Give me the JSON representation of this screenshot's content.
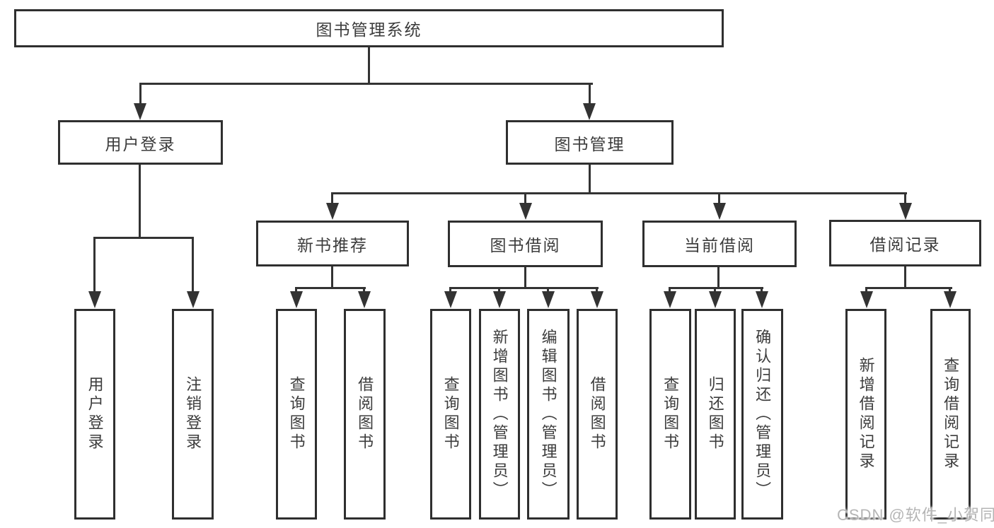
{
  "colors": {
    "line": "#333333",
    "border": "#2f2f2f",
    "text": "#3c3c3c",
    "watermark": "#b5b5b5",
    "background": "#ffffff"
  },
  "watermark": "CSDN @软件_小贺同学",
  "tree": {
    "root": "图书管理系统",
    "branches": [
      {
        "label": "用户登录",
        "children": [
          "用户登录",
          "注销登录"
        ]
      },
      {
        "label": "图书管理",
        "groups": [
          {
            "label": "新书推荐",
            "children": [
              "查询图书",
              "借阅图书"
            ]
          },
          {
            "label": "图书借阅",
            "children": [
              "查询图书",
              "新增图书（管理员）",
              "编辑图书（管理员）",
              "借阅图书"
            ]
          },
          {
            "label": "当前借阅",
            "children": [
              "查询图书",
              "归还图书",
              "确认归还（管理员）"
            ]
          },
          {
            "label": "借阅记录",
            "children": [
              "新增借阅记录",
              "查询借阅记录"
            ]
          }
        ]
      }
    ]
  }
}
